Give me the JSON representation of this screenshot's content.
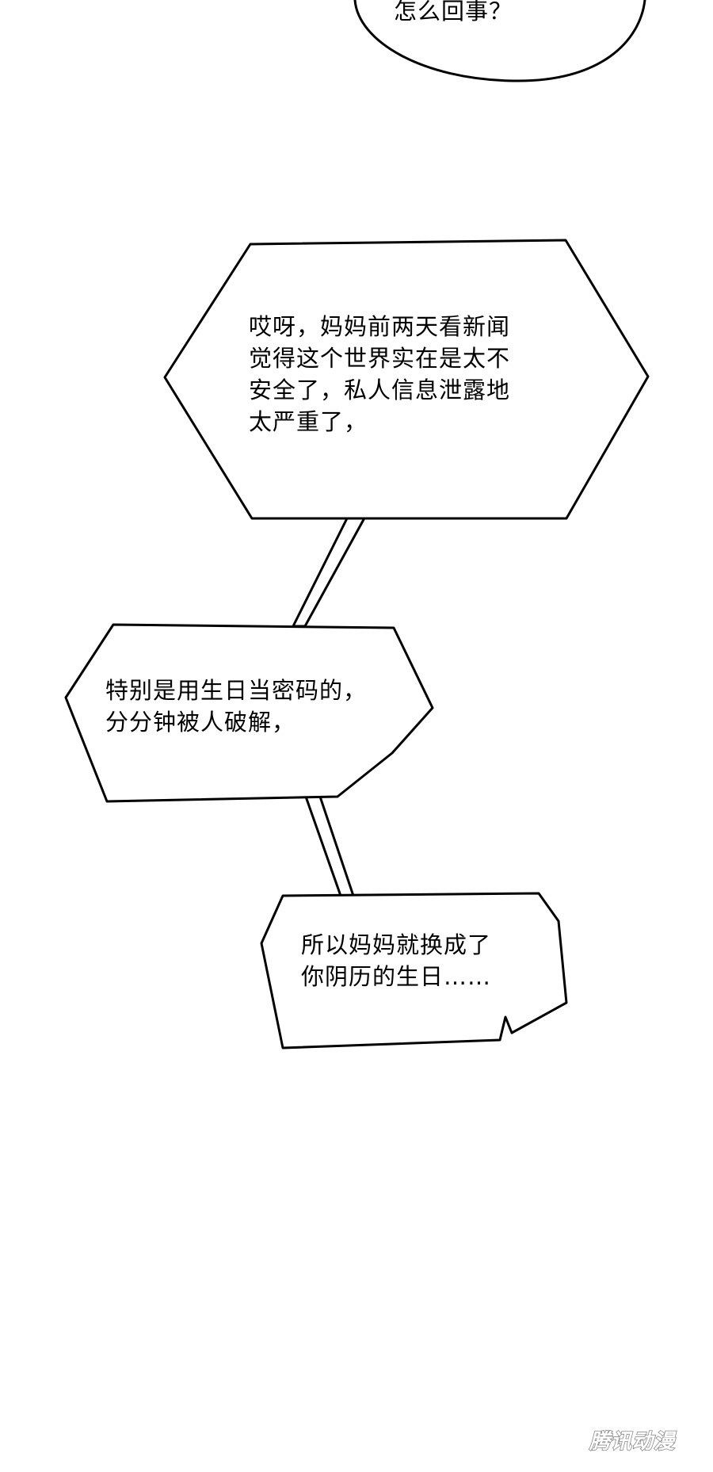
{
  "page": {
    "background": "#ffffff",
    "ink_color": "#000000"
  },
  "bubbles": {
    "top": {
      "lines": [
        "怎么回事？"
      ]
    },
    "hex1": {
      "lines": [
        "哎呀，妈妈前两天看新闻",
        "觉得这个世界实在是太不",
        "安全了，私人信息泄露地",
        "太严重了，"
      ]
    },
    "hex2": {
      "lines": [
        "特别是用生日当密码的，",
        "分分钟被人破解，"
      ]
    },
    "speech3": {
      "lines": [
        "所以妈妈就换成了",
        "你阴历的生日……"
      ]
    }
  },
  "watermark": {
    "text": "腾讯动漫"
  }
}
